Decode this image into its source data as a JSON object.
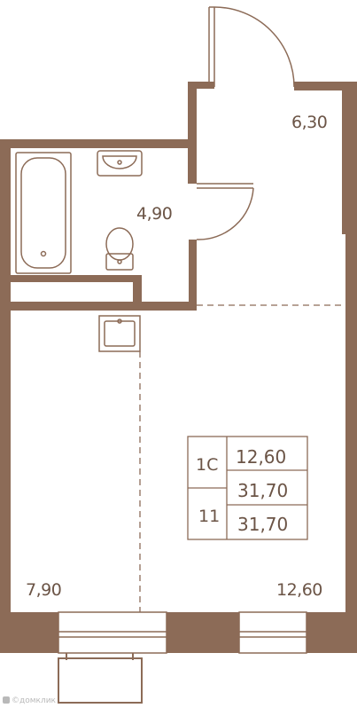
{
  "colors": {
    "wall": "#8c6b57",
    "line": "#8c6b57",
    "text": "#6b5446",
    "watermark": "#b9b9b9"
  },
  "rooms": {
    "hall": "6,30",
    "bathroom": "4,90",
    "kitchen_area": "7,90",
    "living_room": "12,60"
  },
  "info_card": {
    "rooms_code": "1С",
    "floor": "11",
    "living_area": "12,60",
    "total_area": "31,70",
    "total_area_2": "31,70"
  },
  "watermark": {
    "text": "©домклик",
    "icon": "domclick-logo-icon"
  }
}
